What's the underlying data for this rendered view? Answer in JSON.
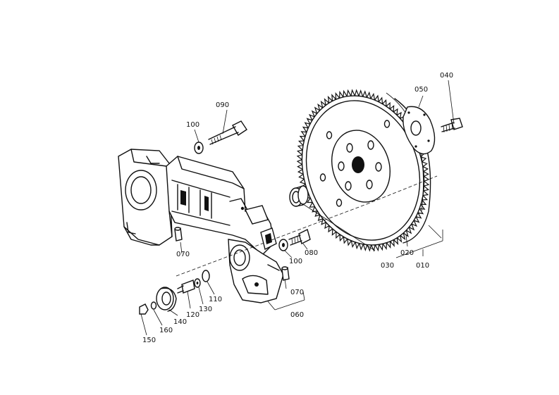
{
  "callouts": {
    "c010": "010",
    "c020": "020",
    "c030": "030",
    "c040": "040",
    "c050": "050",
    "c060": "060",
    "c070a": "070",
    "c070b": "070",
    "c080": "080",
    "c090": "090",
    "c100a": "100",
    "c100b": "100",
    "c110": "110",
    "c120": "120",
    "c130": "130",
    "c140": "140",
    "c150": "150",
    "c160": "160"
  },
  "colors": {
    "ink": "#111111",
    "paper": "#ffffff"
  }
}
